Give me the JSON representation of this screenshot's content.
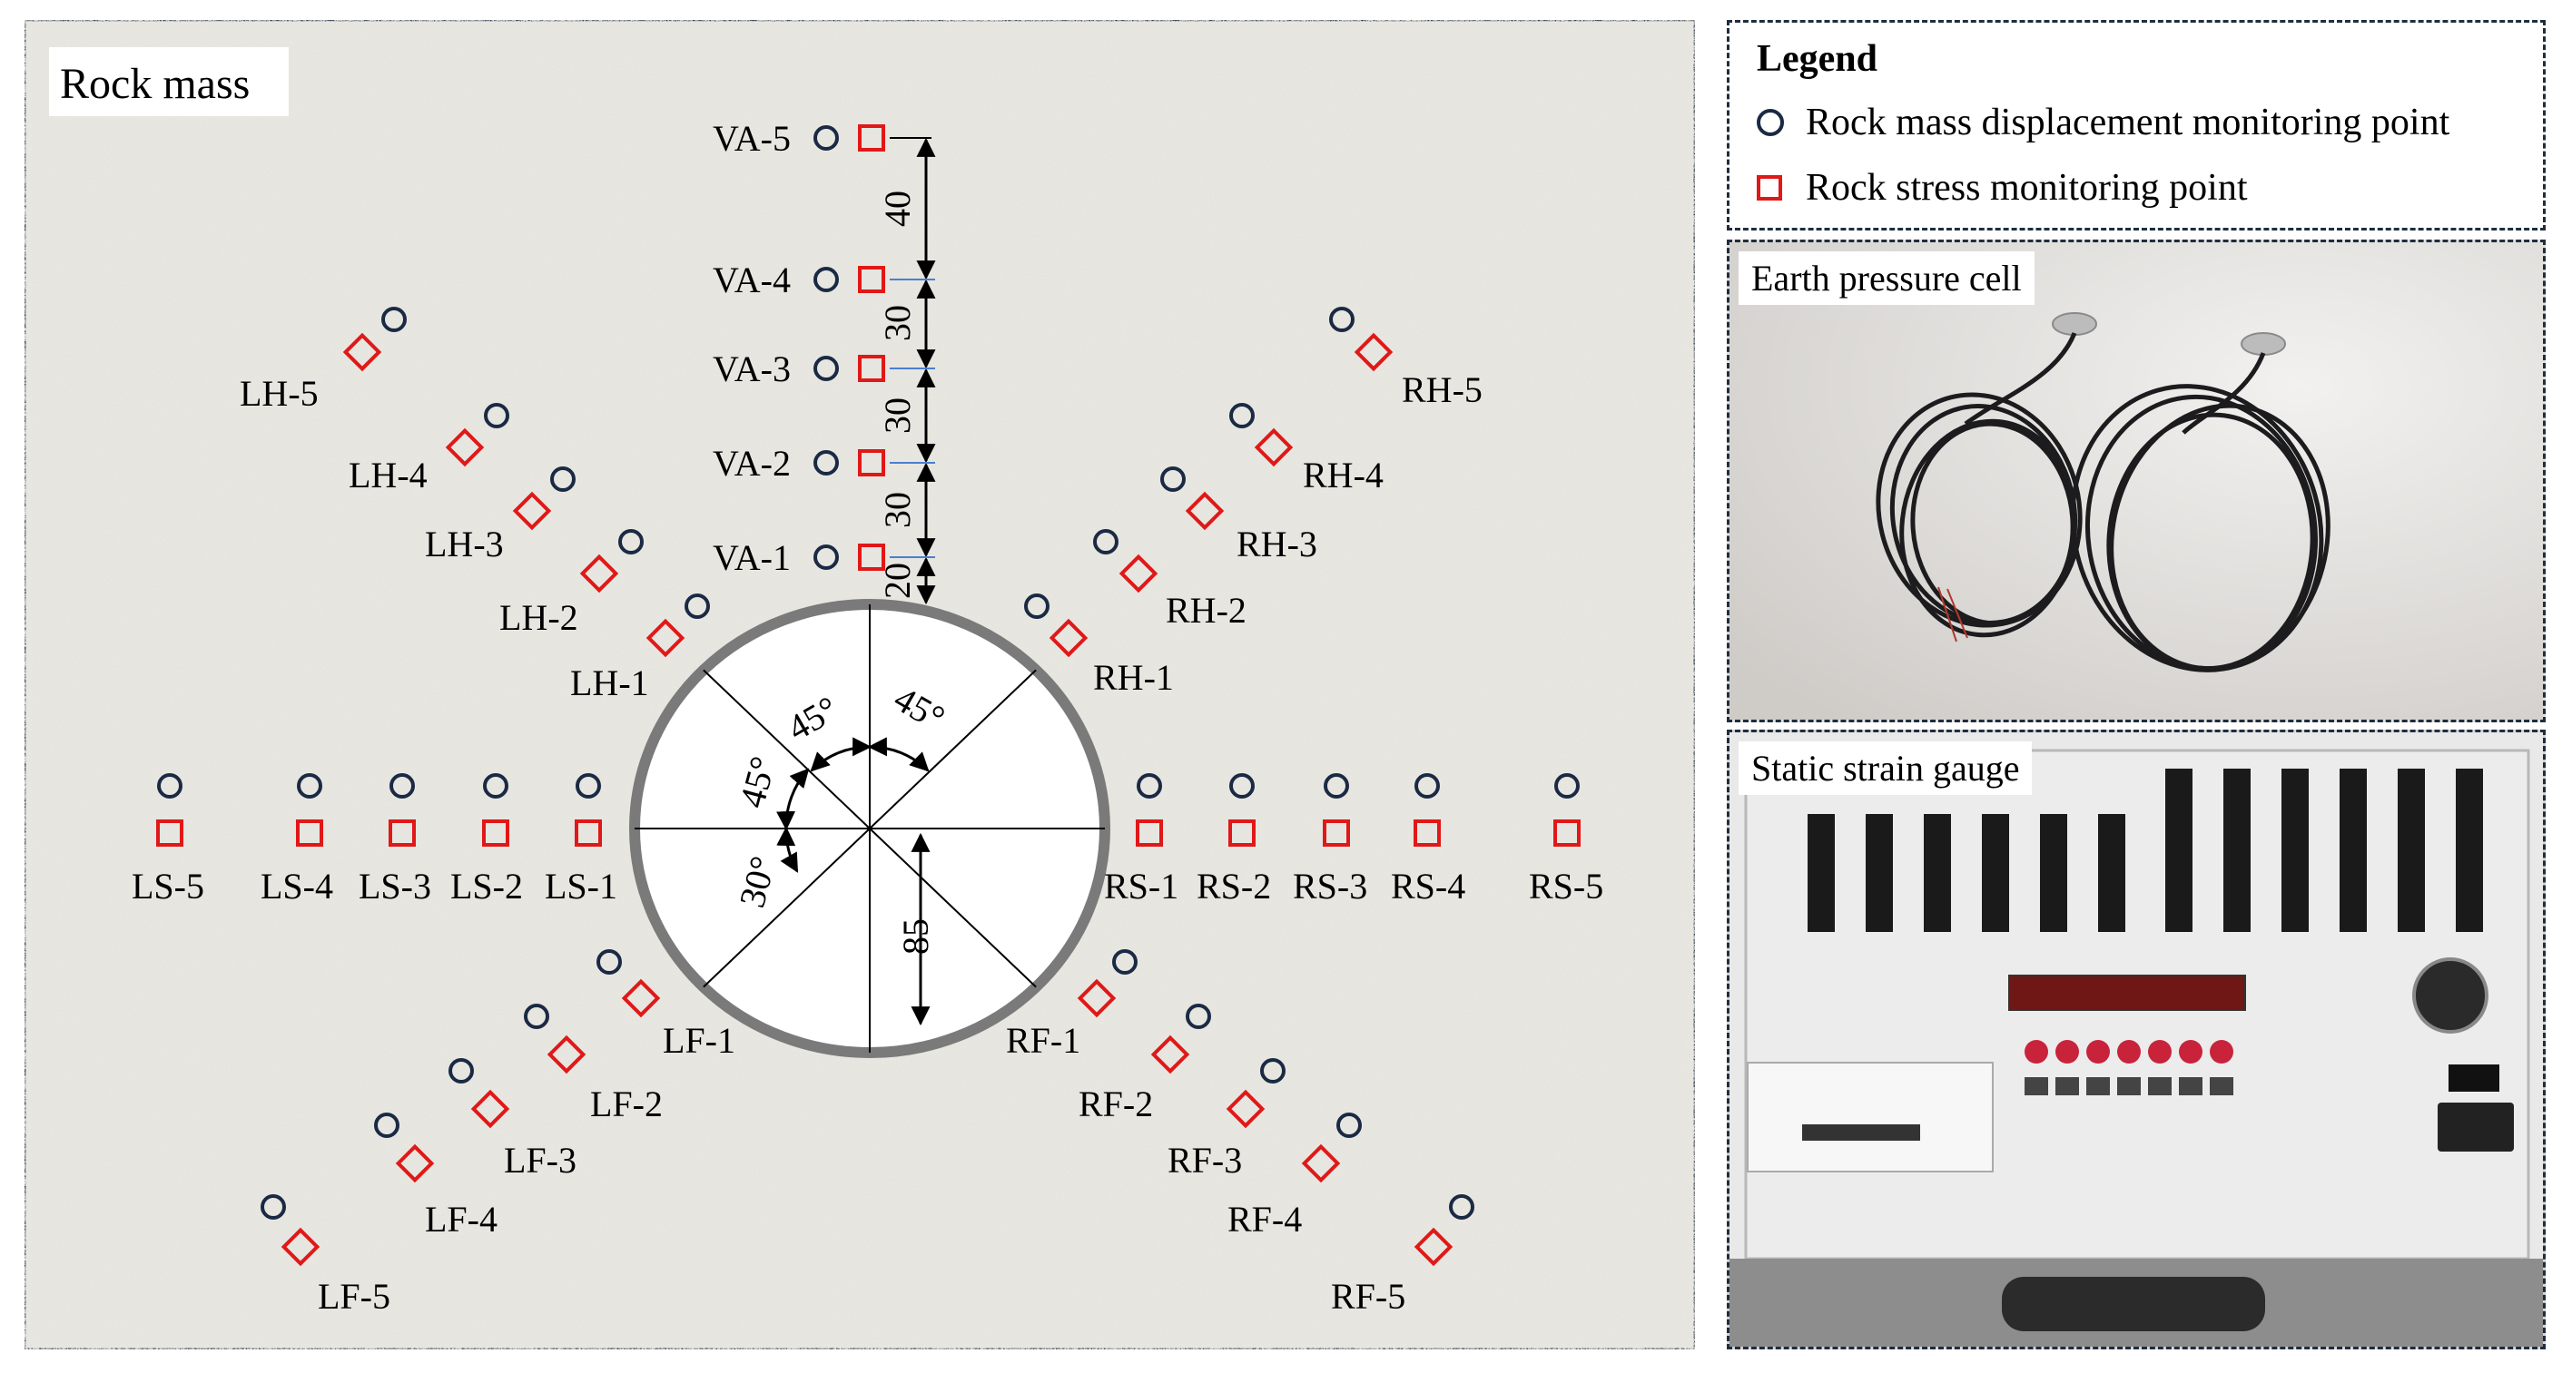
{
  "main_panel": {
    "title": "Rock mass"
  },
  "legend": {
    "title": "Legend",
    "items": [
      {
        "label": "Rock mass displacement monitoring point",
        "icon": "circle-marker-icon",
        "color": "#1a2a44"
      },
      {
        "label": "Rock stress monitoring point",
        "icon": "square-marker-icon",
        "color": "#e01818"
      }
    ]
  },
  "photos": {
    "earth_pressure_cell": "Earth pressure cell",
    "static_strain_gauge": "Static strain gauge"
  },
  "dimensions": {
    "vertical": [
      "40",
      "30",
      "30",
      "30",
      "20"
    ],
    "bottom": "85",
    "angles": [
      "45°",
      "45°",
      "45°",
      "30°"
    ]
  },
  "point_labels": {
    "VA": [
      "VA-1",
      "VA-2",
      "VA-3",
      "VA-4",
      "VA-5"
    ],
    "LH": [
      "LH-1",
      "LH-2",
      "LH-3",
      "LH-4",
      "LH-5"
    ],
    "RH": [
      "RH-1",
      "RH-2",
      "RH-3",
      "RH-4",
      "RH-5"
    ],
    "LS": [
      "LS-1",
      "LS-2",
      "LS-3",
      "LS-4",
      "LS-5"
    ],
    "RS": [
      "RS-1",
      "RS-2",
      "RS-3",
      "RS-4",
      "RS-5"
    ],
    "LF": [
      "LF-1",
      "LF-2",
      "LF-3",
      "LF-4",
      "LF-5"
    ],
    "RF": [
      "RF-1",
      "RF-2",
      "RF-3",
      "RF-4",
      "RF-5"
    ]
  },
  "colors": {
    "displacement": "#1a2a44",
    "stress": "#e01818",
    "tunnel_outline": "#7a7a7a",
    "rock": "#d9d7cf"
  }
}
